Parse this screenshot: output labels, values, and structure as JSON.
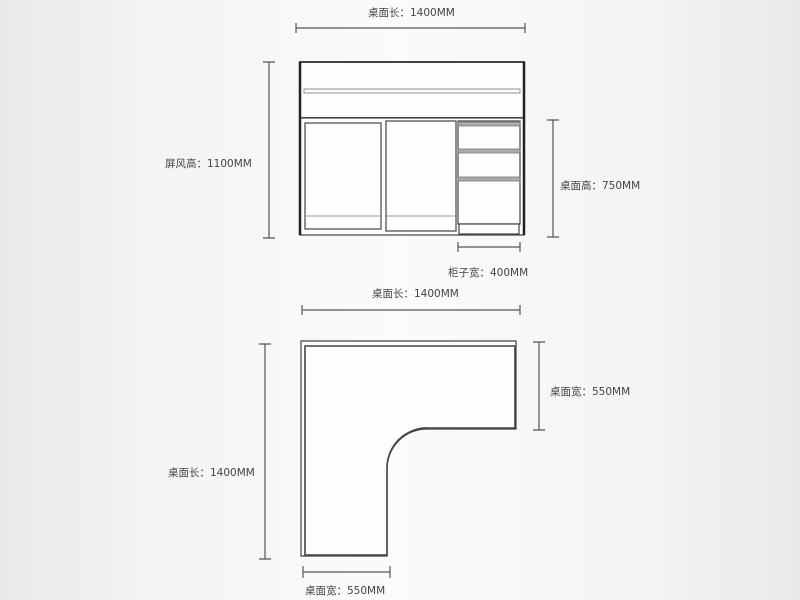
{
  "front_view": {
    "desk_length": "桌面长：1400MM",
    "screen_height": "屏风高：1100MM",
    "desk_height": "桌面高：750MM",
    "cabinet_width": "柜子宽：400MM"
  },
  "top_view": {
    "desk_length_top": "桌面长：1400MM",
    "desk_width_right": "桌面宽：550MM",
    "desk_length_left": "桌面长：1400MM",
    "desk_width_bottom": "桌面宽：550MM"
  }
}
